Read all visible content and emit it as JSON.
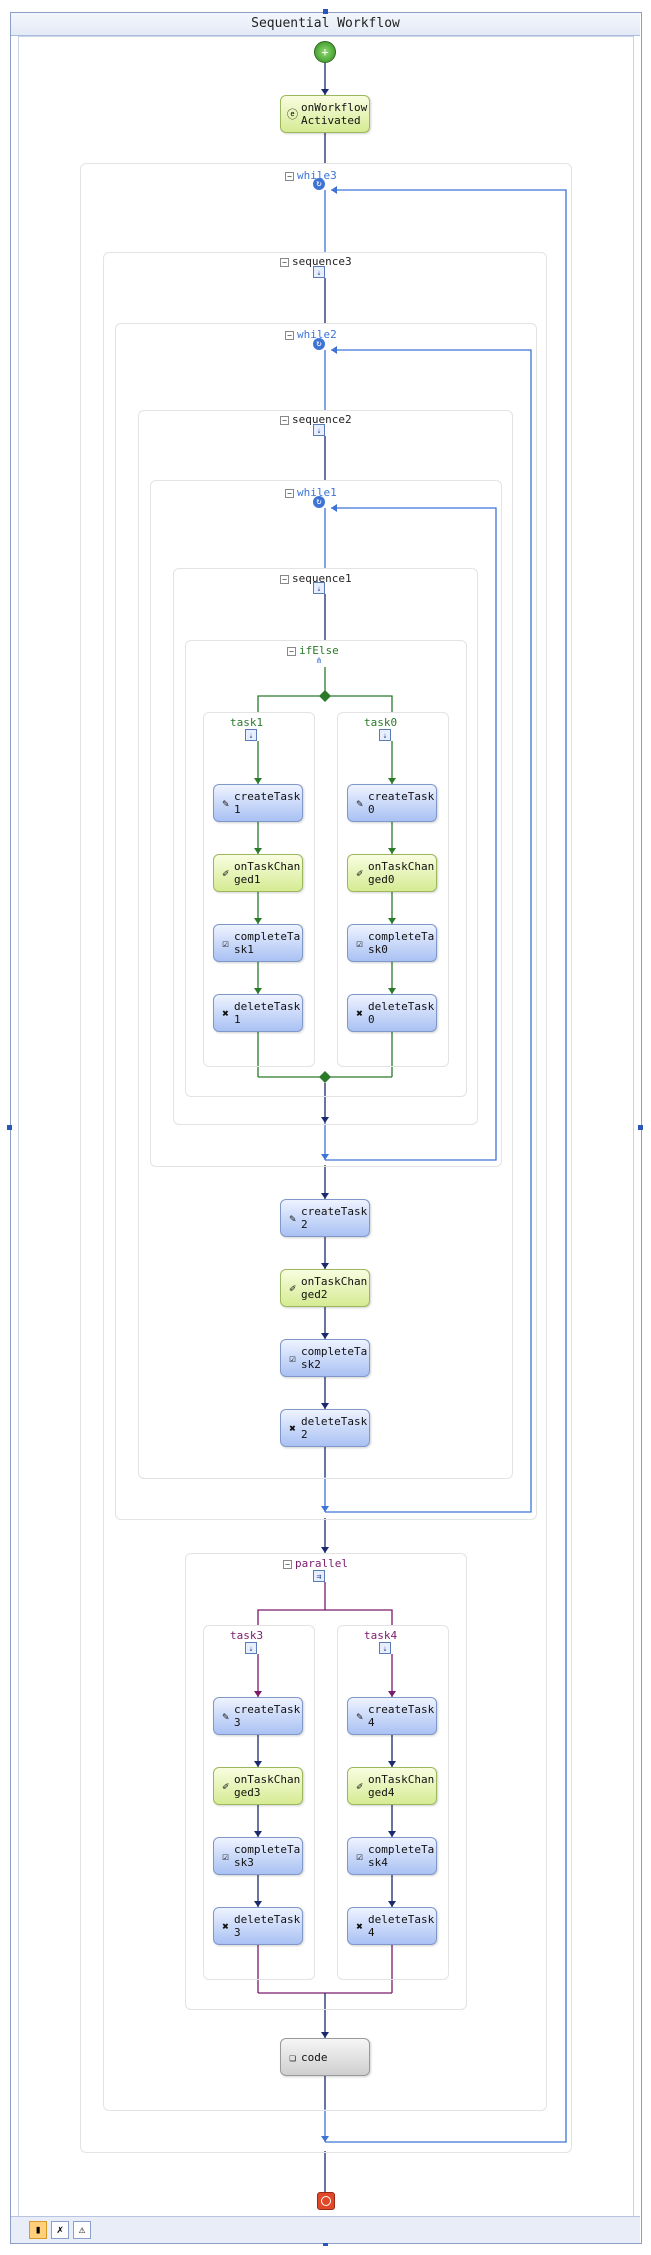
{
  "window": {
    "title": "Sequential Workflow"
  },
  "containers": [
    {
      "id": "while3",
      "label": "while3",
      "kind": "while"
    },
    {
      "id": "sequence3",
      "label": "sequence3",
      "kind": "sequence"
    },
    {
      "id": "while2",
      "label": "while2",
      "kind": "while"
    },
    {
      "id": "sequence2",
      "label": "sequence2",
      "kind": "sequence"
    },
    {
      "id": "while1",
      "label": "while1",
      "kind": "while"
    },
    {
      "id": "sequence1",
      "label": "sequence1",
      "kind": "sequence"
    },
    {
      "id": "ifElse",
      "label": "ifElse",
      "kind": "ifelse"
    },
    {
      "id": "task1",
      "label": "task1",
      "kind": "branch"
    },
    {
      "id": "task0",
      "label": "task0",
      "kind": "branch"
    },
    {
      "id": "parallel",
      "label": "parallel",
      "kind": "parallel"
    },
    {
      "id": "task3",
      "label": "task3",
      "kind": "branch"
    },
    {
      "id": "task4",
      "label": "task4",
      "kind": "branch"
    }
  ],
  "activities": [
    {
      "id": "onWorkflowActivated",
      "label": "onWorkflow\nActivated",
      "style": "green",
      "icon": "event-icon"
    },
    {
      "id": "createTask1",
      "label": "createTask\n1",
      "style": "blue",
      "icon": "create-task-icon"
    },
    {
      "id": "onTaskChanged1",
      "label": "onTaskChan\nged1",
      "style": "green",
      "icon": "task-changed-icon"
    },
    {
      "id": "completeTask1",
      "label": "completeTa\nsk1",
      "style": "blue",
      "icon": "complete-task-icon"
    },
    {
      "id": "deleteTask1",
      "label": "deleteTask\n1",
      "style": "blue",
      "icon": "delete-task-icon"
    },
    {
      "id": "createTask0",
      "label": "createTask\n0",
      "style": "blue",
      "icon": "create-task-icon"
    },
    {
      "id": "onTaskChanged0",
      "label": "onTaskChan\nged0",
      "style": "green",
      "icon": "task-changed-icon"
    },
    {
      "id": "completeTask0",
      "label": "completeTa\nsk0",
      "style": "blue",
      "icon": "complete-task-icon"
    },
    {
      "id": "deleteTask0",
      "label": "deleteTask\n0",
      "style": "blue",
      "icon": "delete-task-icon"
    },
    {
      "id": "createTask2",
      "label": "createTask\n2",
      "style": "blue",
      "icon": "create-task-icon"
    },
    {
      "id": "onTaskChanged2",
      "label": "onTaskChan\nged2",
      "style": "green",
      "icon": "task-changed-icon"
    },
    {
      "id": "completeTask2",
      "label": "completeTa\nsk2",
      "style": "blue",
      "icon": "complete-task-icon"
    },
    {
      "id": "deleteTask2",
      "label": "deleteTask\n2",
      "style": "blue",
      "icon": "delete-task-icon"
    },
    {
      "id": "createTask3",
      "label": "createTask\n3",
      "style": "blue",
      "icon": "create-task-icon"
    },
    {
      "id": "onTaskChanged3",
      "label": "onTaskChan\nged3",
      "style": "green",
      "icon": "task-changed-icon"
    },
    {
      "id": "completeTask3",
      "label": "completeTa\nsk3",
      "style": "blue",
      "icon": "complete-task-icon"
    },
    {
      "id": "deleteTask3",
      "label": "deleteTask\n3",
      "style": "blue",
      "icon": "delete-task-icon"
    },
    {
      "id": "createTask4",
      "label": "createTask\n4",
      "style": "blue",
      "icon": "create-task-icon"
    },
    {
      "id": "onTaskChanged4",
      "label": "onTaskChan\nged4",
      "style": "green",
      "icon": "task-changed-icon"
    },
    {
      "id": "completeTask4",
      "label": "completeTa\nsk4",
      "style": "blue",
      "icon": "complete-task-icon"
    },
    {
      "id": "deleteTask4",
      "label": "deleteTask\n4",
      "style": "blue",
      "icon": "delete-task-icon"
    },
    {
      "id": "code",
      "label": "code",
      "style": "grey",
      "icon": "code-icon"
    }
  ],
  "toolbar": {
    "buttons": [
      {
        "id": "view-workflow",
        "icon": "workflow-view-icon",
        "active": true
      },
      {
        "id": "view-cancel-handlers",
        "icon": "cancel-handlers-icon",
        "active": false
      },
      {
        "id": "view-fault-handlers",
        "icon": "fault-handlers-icon",
        "active": false
      }
    ]
  },
  "colors": {
    "while_label": "#3d74d6",
    "sequence_label": "#222222",
    "ifelse_label": "#2a7a2a",
    "parallel_label": "#7a1a6a",
    "branch_green": "#2a7a2a",
    "branch_purple": "#7a1a6a",
    "loop_line": "#3d74d6",
    "main_line": "#1a2a6c"
  }
}
